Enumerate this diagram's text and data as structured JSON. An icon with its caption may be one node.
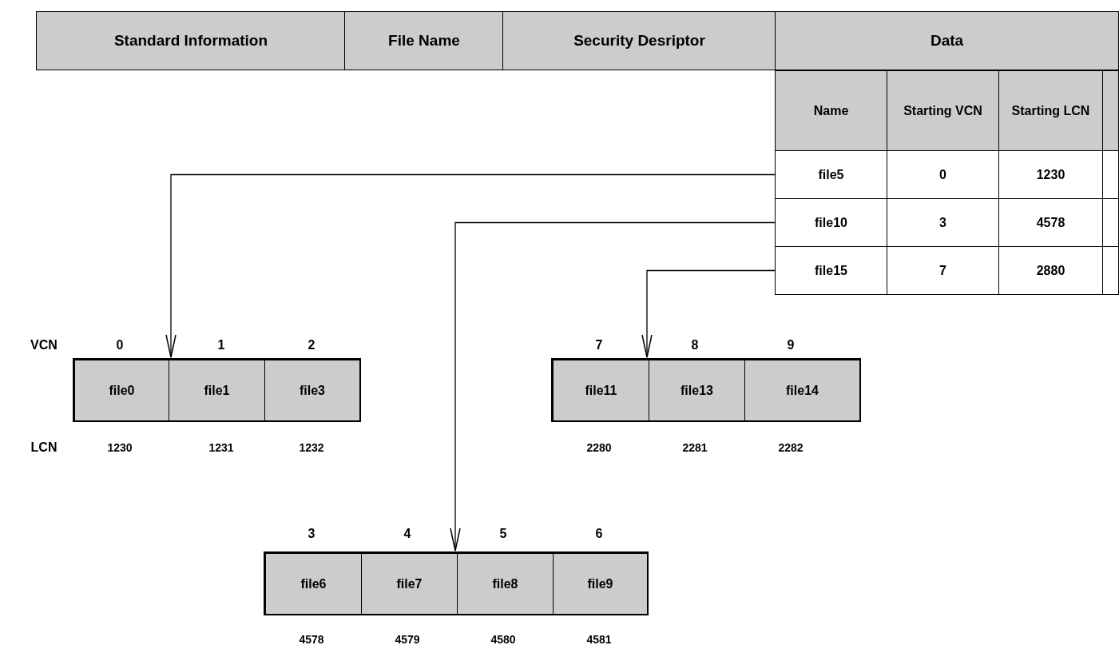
{
  "diagram": {
    "nodes": [
      {
        "text": [
          "Standard Information"
        ]
      },
      {
        "text": [
          "File Name"
        ]
      },
      {
        "text": [
          "Security Desriptor"
        ]
      },
      {
        "text": [
          "Data"
        ]
      },
      {
        "text": [
          "file5"
        ]
      },
      {
        "text": [
          "file10"
        ]
      },
      {
        "text": [
          "file15"
        ]
      },
      {
        "text": [],
        "shape": "box"
      },
      {
        "text": [
          "file0"
        ],
        "in": 7,
        "beside": [
          "0",
          "1230"
        ]
      },
      {
        "text": [
          "file1"
        ],
        "in": 7,
        "beside": [
          "1",
          "1231"
        ]
      },
      {
        "text": [
          "file3"
        ],
        "in": 7,
        "beside": [
          "2",
          "1232"
        ]
      },
      {
        "text": [],
        "shape": "box"
      },
      {
        "text": [
          "file11"
        ],
        "in": 11,
        "beside": [
          "7",
          "2280"
        ]
      },
      {
        "text": [
          "file13"
        ],
        "in": 11,
        "beside": [
          "8",
          "2281"
        ]
      },
      {
        "text": [
          "file14"
        ],
        "in": 11,
        "beside": [
          "9",
          "2282"
        ]
      },
      {
        "text": [],
        "shape": "box"
      },
      {
        "text": [
          "file6"
        ],
        "in": 15,
        "beside": [
          "3",
          "4578"
        ]
      },
      {
        "text": [
          "file7"
        ],
        "in": 15,
        "beside": [
          "4",
          "4579"
        ]
      },
      {
        "text": [
          "file8"
        ],
        "in": 15,
        "beside": [
          "5",
          "4580"
        ]
      },
      {
        "text": [
          "file9"
        ],
        "in": 15,
        "beside": [
          "6",
          "4581"
        ]
      }
    ],
    "edges": [
      {
        "from": 4,
        "to": 7,
        "arrow": "to"
      },
      {
        "from": 5,
        "to": 15,
        "arrow": "to"
      },
      {
        "from": 6,
        "to": 11,
        "arrow": "to"
      }
    ],
    "labels": [
      "Name",
      "Starting VCN",
      "Starting LCN",
      "0",
      "1230",
      "3",
      "4578",
      "7",
      "2880",
      "VCN",
      "LCN"
    ]
  }
}
